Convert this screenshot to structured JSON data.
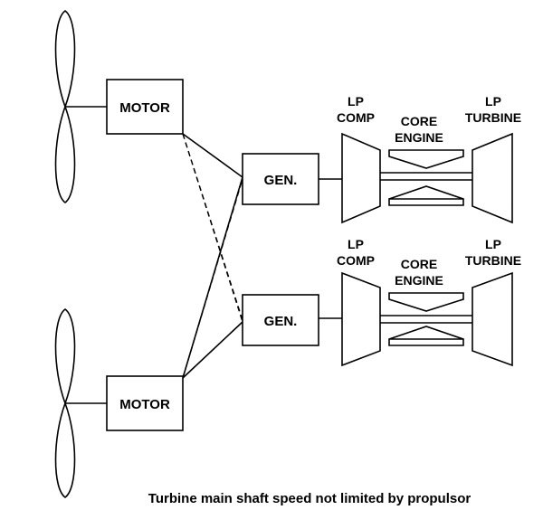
{
  "diagram": {
    "caption": "Turbine main shaft speed not limited by propulsor",
    "motors": [
      {
        "label": "MOTOR"
      },
      {
        "label": "MOTOR"
      }
    ],
    "generators": [
      {
        "label": "GEN."
      },
      {
        "label": "GEN."
      }
    ],
    "engines": [
      {
        "lp_comp": [
          "LP",
          "COMP"
        ],
        "core": [
          "CORE",
          "ENGINE"
        ],
        "lp_turbine": [
          "LP",
          "TURBINE"
        ]
      },
      {
        "lp_comp": [
          "LP",
          "COMP"
        ],
        "core": [
          "CORE",
          "ENGINE"
        ],
        "lp_turbine": [
          "LP",
          "TURBINE"
        ]
      }
    ],
    "colors": {
      "line": "#000000",
      "background": "#ffffff"
    }
  }
}
